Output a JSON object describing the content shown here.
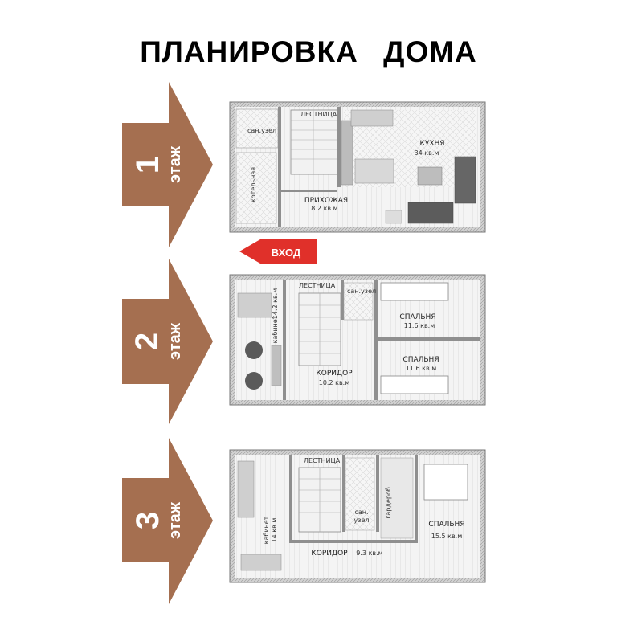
{
  "title": "ПЛАНИРОВКА   ДОМА",
  "entrance": "ВХОД",
  "floors": [
    {
      "number": "1",
      "word": "этаж",
      "rooms": [
        {
          "name": "сан.узел",
          "area": ""
        },
        {
          "name": "ЛЕСТНИЦА",
          "area": ""
        },
        {
          "name": "КУХНЯ",
          "area": "34 кв.м"
        },
        {
          "name": "котельная",
          "area": ""
        },
        {
          "name": "ПРИХОЖАЯ",
          "area": "8.2 кв.м"
        }
      ]
    },
    {
      "number": "2",
      "word": "этаж",
      "rooms": [
        {
          "name": "ЛЕСТНИЦА",
          "area": ""
        },
        {
          "name": "сан.узел",
          "area": ""
        },
        {
          "name": "СПАЛЬНЯ",
          "area": "11.6 кв.м"
        },
        {
          "name": "кабинет",
          "area": "14.2 кв.м"
        },
        {
          "name": "СПАЛЬНЯ",
          "area": "11.6 кв.м"
        },
        {
          "name": "КОРИДОР",
          "area": "10.2 кв.м"
        }
      ]
    },
    {
      "number": "3",
      "word": "этаж",
      "rooms": [
        {
          "name": "ЛЕСТНИЦА",
          "area": ""
        },
        {
          "name": "кабинет",
          "area": "14 кв.м"
        },
        {
          "name": "сан.",
          "area": "узел"
        },
        {
          "name": "гардероб",
          "area": ""
        },
        {
          "name": "СПАЛЬНЯ",
          "area": "15.5 кв.м"
        },
        {
          "name": "КОРИДОР",
          "area": "9.3 кв.м"
        }
      ]
    }
  ],
  "colors": {
    "arrow_fill": "#a56f50",
    "entrance_arrow": "#e0302a",
    "wall": "#9a9a9a",
    "floor_hatch": "#dcdcdc"
  }
}
